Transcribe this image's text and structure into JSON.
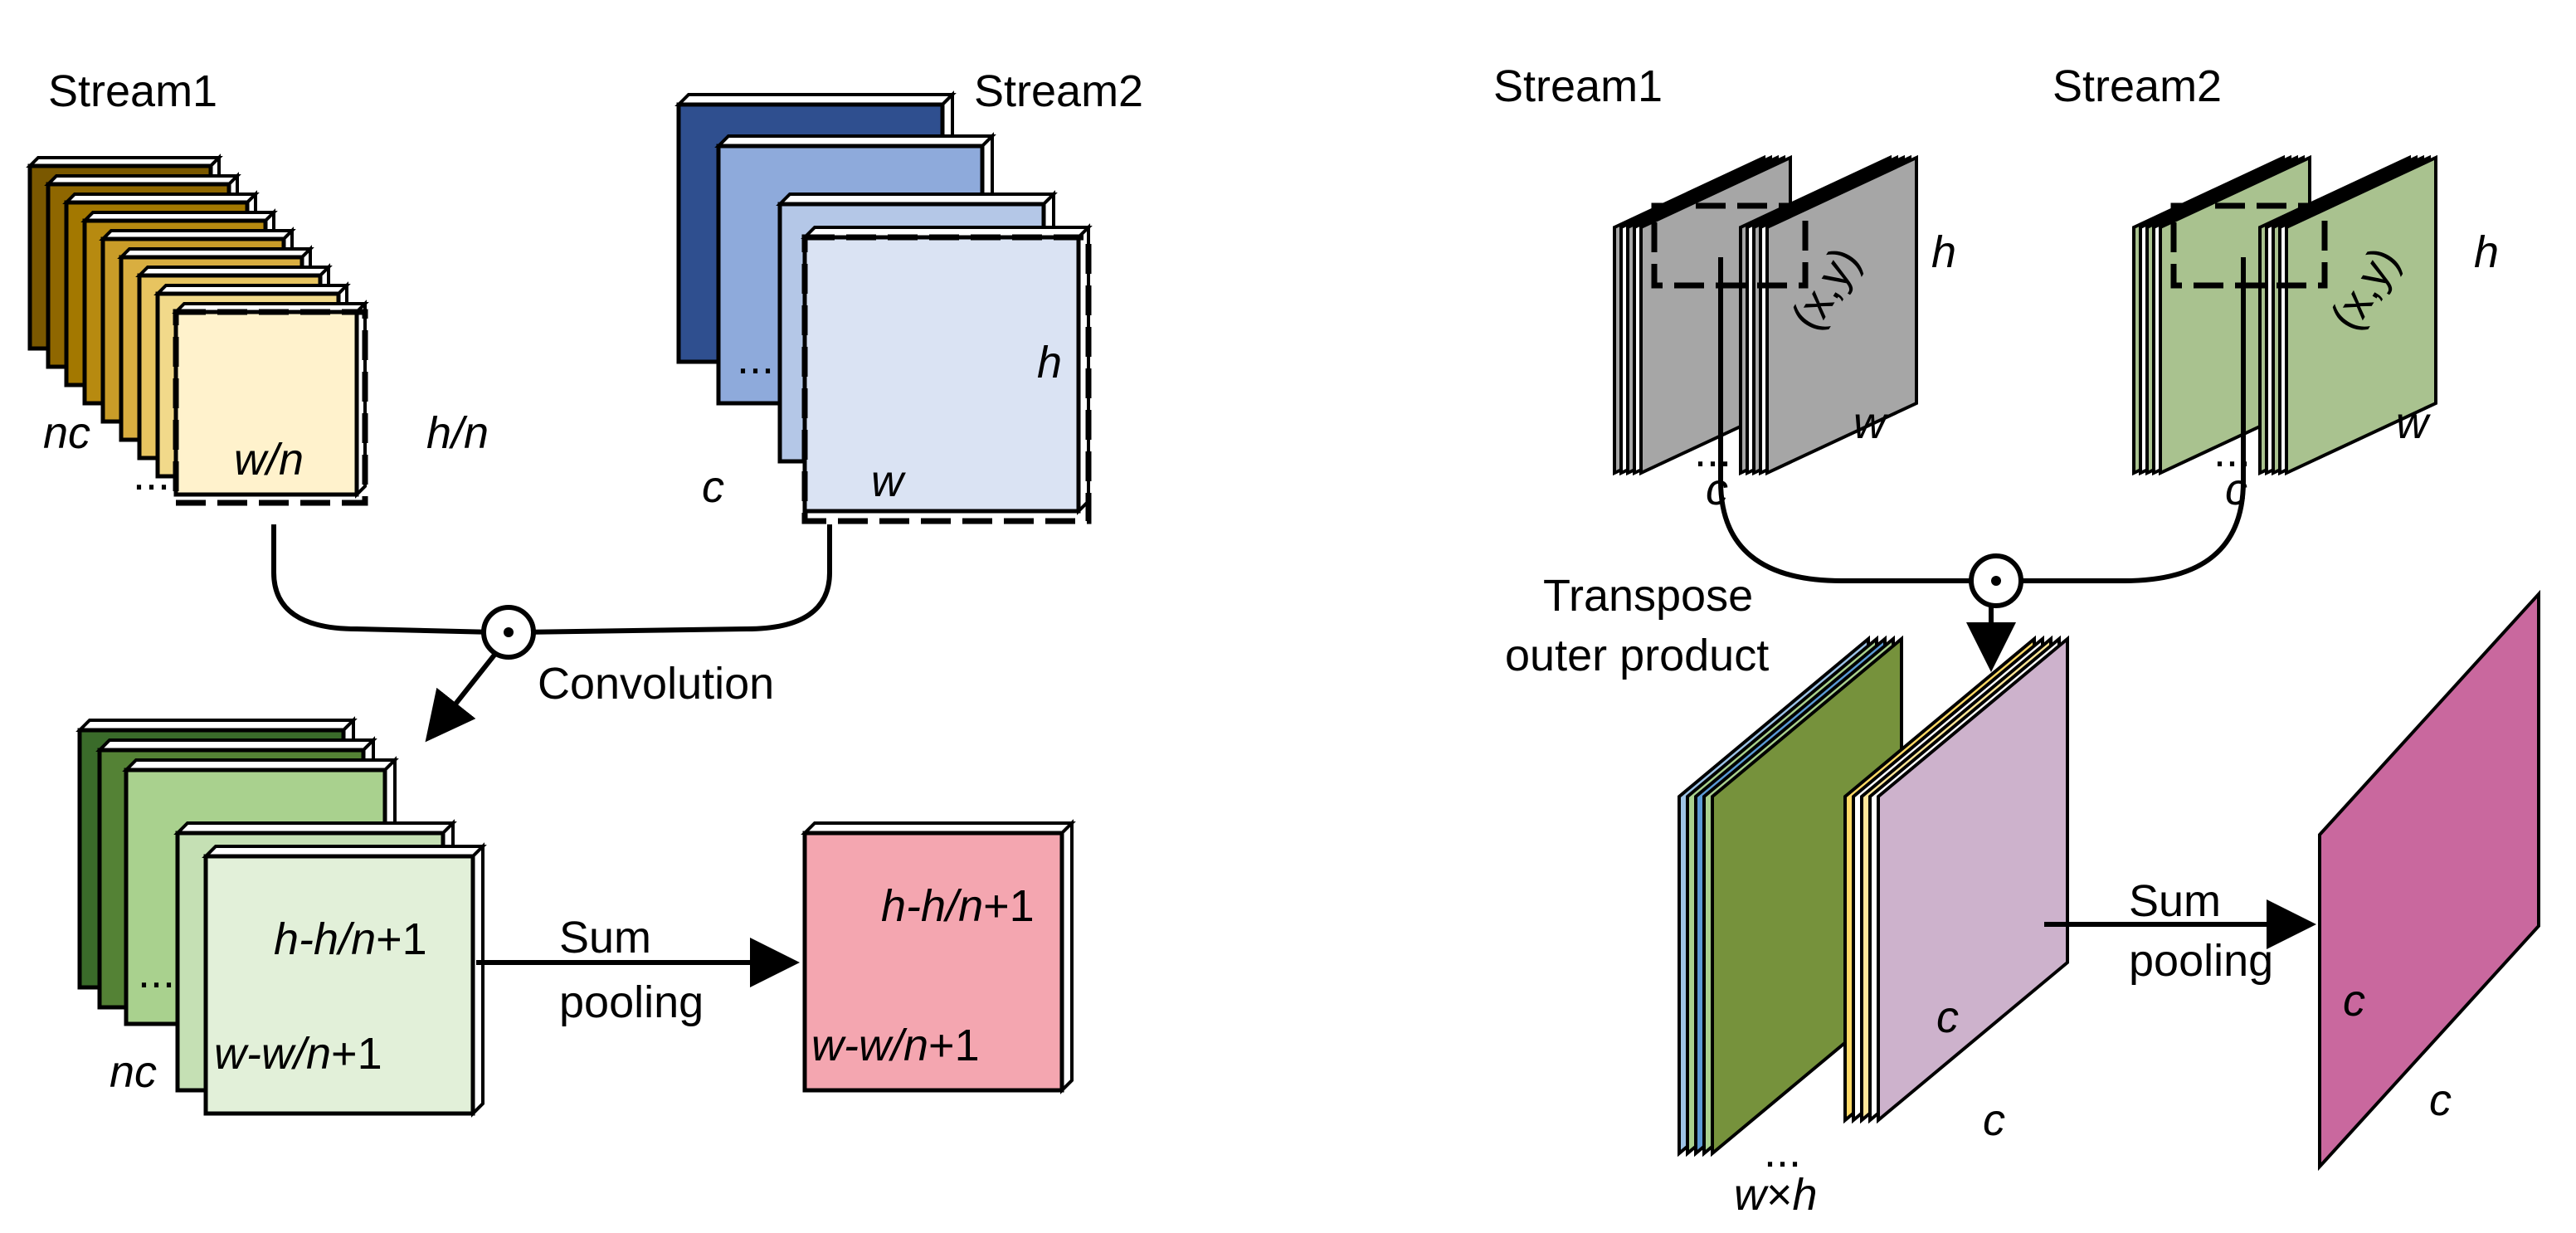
{
  "left_panel": {
    "stream1_label": "Stream1",
    "stream2_label": "Stream2",
    "s1_channels": "nc",
    "s1_width": "w/n",
    "s1_height": "h/n",
    "s2_channels": "c",
    "s2_width": "w",
    "s2_height": "h",
    "conv_label": "Convolution",
    "out_height_italic": "h-h/",
    "out_height_n": "n",
    "out_height_tail": "+1",
    "out_width_italic": "w-w/",
    "out_width_n": "n",
    "out_width_tail": "+1",
    "out_channels": "nc",
    "sum_pool_line1": "Sum",
    "sum_pool_line2": "pooling",
    "res_height_italic": "h-h/",
    "res_height_n": "n",
    "res_height_tail": "+1",
    "res_width_italic": "w-w/",
    "res_width_n": "n",
    "res_width_tail": "+1",
    "ellipsis": "..."
  },
  "right_panel": {
    "stream1_label": "Stream1",
    "stream2_label": "Stream2",
    "s1_height": "h",
    "s1_width": "w",
    "s1_channels": "c",
    "s1_position": "(x,y)",
    "s2_height": "h",
    "s2_width": "w",
    "s2_channels": "c",
    "s2_position": "(x,y)",
    "transpose_line1": "Transpose",
    "transpose_line2": "outer product",
    "stack_w": "w",
    "stack_times": "×",
    "stack_h": "h",
    "mid_channels_in": "c",
    "mid_channels_out": "c",
    "sum_pool_line1": "Sum",
    "sum_pool_line2": "pooling",
    "final_channels_in": "c",
    "final_channels_out": "c",
    "ellipsis": "..."
  },
  "colors": {
    "stream1_left": [
      "#7a5800",
      "#8f6700",
      "#a37800",
      "#b78a10",
      "#c99c28",
      "#d9ae40",
      "#e7c460",
      "#f1d98a",
      "#fff2cc"
    ],
    "stream2_left": [
      "#2f4f8f",
      "#8eaadb",
      "#b4c7e7",
      "#dae3f3"
    ],
    "output_left": [
      "#3a6b2a",
      "#548235",
      "#a9d18e",
      "#c5e0b4",
      "#e2f0d9"
    ],
    "result_left": "#f4a6b0",
    "right_gray": "#a6a6a6",
    "right_green": "#a9c28f",
    "right_stack": "#76923c",
    "right_lilac": "#cdb2cc",
    "right_magenta": "#c9689e"
  }
}
